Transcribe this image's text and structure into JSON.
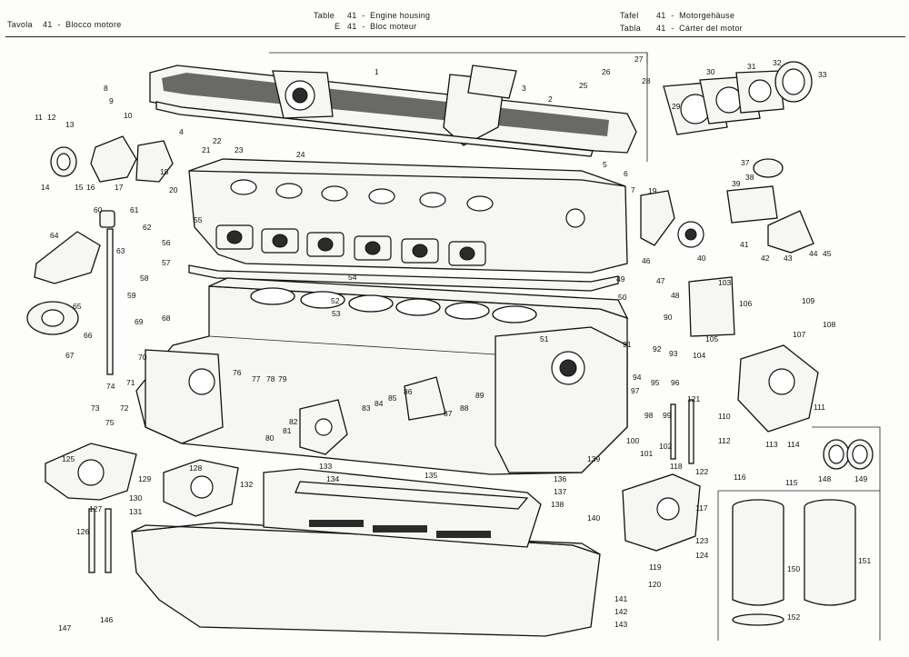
{
  "header": {
    "it": "Tavola    41  -  Blocco motore",
    "en_label": "Table",
    "en_text": "41  -  Engine housing",
    "fr_label": "E",
    "fr_text": "41  -  Bloc moteur",
    "de_label": "Tafel",
    "de_text": "41  -  Motorgehäuse",
    "es_label": "Tabla",
    "es_text": "41  -  Cárter del motor"
  },
  "part_numbers": [
    "1",
    "2",
    "3",
    "4",
    "5",
    "6",
    "7",
    "8",
    "9",
    "10",
    "11",
    "12",
    "13",
    "14",
    "15",
    "16",
    "17",
    "18",
    "19",
    "20",
    "21",
    "22",
    "23",
    "24",
    "25",
    "26",
    "27",
    "28",
    "29",
    "30",
    "31",
    "32",
    "33",
    "37",
    "38",
    "39",
    "40",
    "41",
    "42",
    "43",
    "44",
    "45",
    "46",
    "47",
    "48",
    "49",
    "50",
    "51",
    "52",
    "53",
    "54",
    "55",
    "56",
    "57",
    "58",
    "59",
    "60",
    "61",
    "62",
    "63",
    "64",
    "65",
    "66",
    "67",
    "68",
    "69",
    "70",
    "71",
    "72",
    "73",
    "74",
    "75",
    "76",
    "77",
    "78",
    "79",
    "80",
    "81",
    "82",
    "83",
    "84",
    "85",
    "86",
    "87",
    "88",
    "89",
    "90",
    "91",
    "92",
    "93",
    "94",
    "95",
    "96",
    "97",
    "98",
    "99",
    "100",
    "101",
    "102",
    "103",
    "104",
    "105",
    "106",
    "107",
    "108",
    "109",
    "110",
    "111",
    "112",
    "113",
    "114",
    "115",
    "116",
    "117",
    "118",
    "119",
    "120",
    "121",
    "122",
    "123",
    "124",
    "125",
    "126",
    "127",
    "128",
    "129",
    "130",
    "131",
    "132",
    "133",
    "134",
    "135",
    "136",
    "137",
    "138",
    "139",
    "140",
    "141",
    "142",
    "143",
    "146",
    "147",
    "148",
    "149",
    "150",
    "151",
    "152"
  ]
}
